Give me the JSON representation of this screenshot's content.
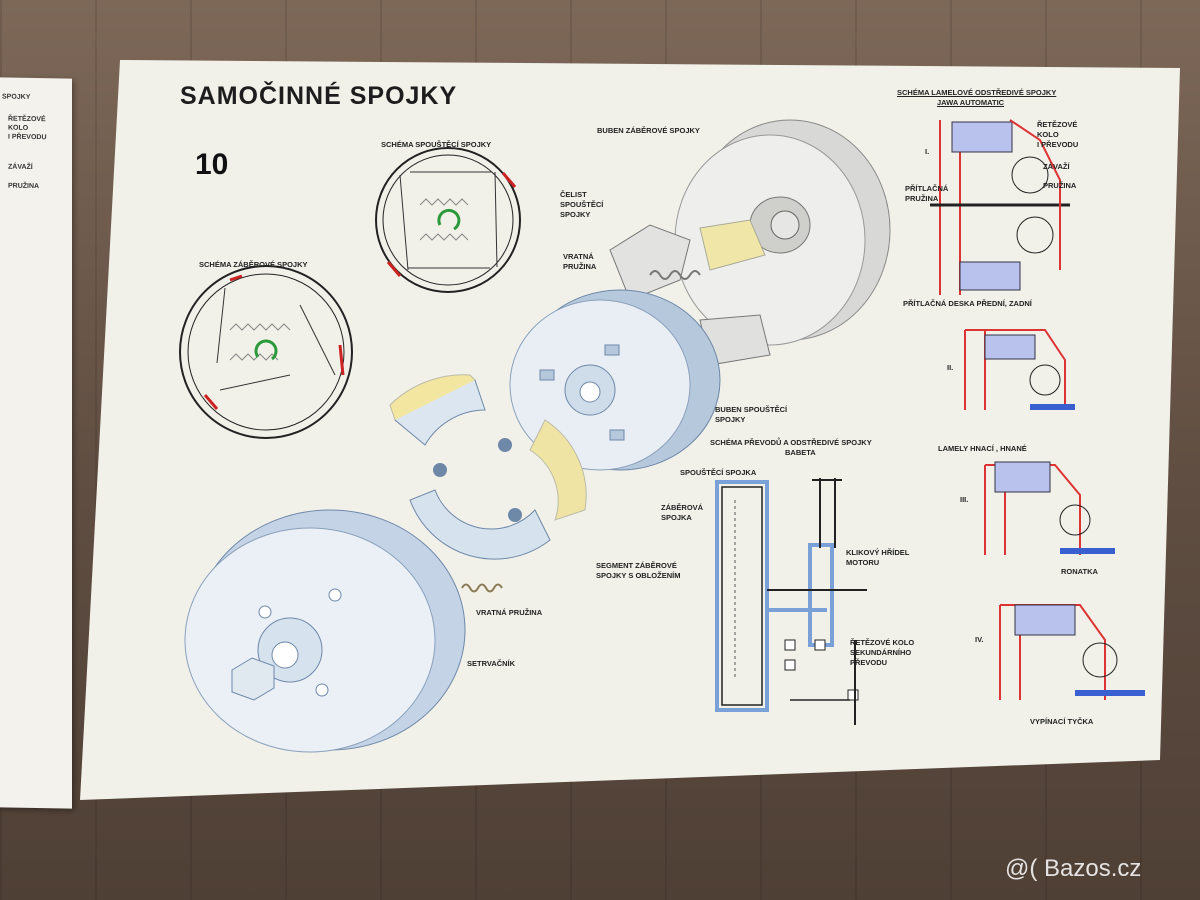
{
  "poster": {
    "title": "SAMOČINNÉ SPOJKY",
    "number": "10"
  },
  "labels": {
    "schema_spousteci": "SCHÉMA SPOUŠTĚCÍ SPOJKY",
    "schema_zaberove": "SCHÉMA ZÁBĚROVÉ SPOJKY",
    "buben_zaberove": "BUBEN ZÁBĚROVÉ SPOJKY",
    "celist_1": "ČELIST",
    "celist_2": "SPOUŠTĚCÍ",
    "celist_3": "SPOJKY",
    "vratna_1": "VRATNÁ",
    "vratna_2": "PRUŽINA",
    "buben_spousteci_1": "BUBEN SPOUŠTĚCÍ",
    "buben_spousteci_2": "SPOJKY",
    "segment_1": "SEGMENT ZÁBĚROVÉ",
    "segment_2": "SPOJKY S OBLOŽENÍM",
    "vratna_pruzina": "VRATNÁ PRUŽINA",
    "setrvacnik": "SETRVAČNÍK",
    "schema_prevodu_1": "SCHÉMA PŘEVODŮ A ODSTŘEDIVÉ SPOJKY",
    "schema_prevodu_2": "BABETA",
    "spousteci_spojka": "SPOUŠTĚCÍ SPOJKA",
    "zaberova_1": "ZÁBĚROVÁ",
    "zaberova_2": "SPOJKA",
    "klikovy_1": "KLIKOVÝ HŘÍDEL",
    "klikovy_2": "MOTORU",
    "retezove_1": "ŘETĚZOVÉ KOLO",
    "retezove_2": "SEKUNDÁRNÍHO",
    "retezove_3": "PŘEVODU",
    "lamelove_1": "SCHÉMA LAMELOVÉ ODSTŘEDIVÉ SPOJKY",
    "lamelove_2": "JAWA AUTOMATIC",
    "retezove_kolo_1": "ŘETĚZOVÉ",
    "retezove_kolo_2": "KOLO",
    "retezove_kolo_3": "I PŘEVODU",
    "zavazi": "ZÁVAŽÍ",
    "pruzina": "PRUŽINA",
    "pritlacna_1": "PŘÍTLAČNÁ",
    "pritlacna_2": "PRUŽINA",
    "pritlacna_deska": "PŘÍTLAČNÁ DESKA PŘEDNÍ, ZADNÍ",
    "lamely": "LAMELY HNACÍ , HNANÉ",
    "ronatka": "RONATKA",
    "vypinaci": "VYPÍNACÍ TYČKA",
    "roman_1": "I.",
    "roman_2": "II.",
    "roman_3": "III.",
    "roman_4": "IV."
  },
  "left_poster": {
    "l1": "SPOJKY",
    "l2": "ŘETĚZOVÉ",
    "l3": "KOLO",
    "l4": "I PŘEVODU",
    "l5": "ZÁVAŽÍ",
    "l6": "PRUŽINA"
  },
  "watermark": "@( Bazos.cz"
}
